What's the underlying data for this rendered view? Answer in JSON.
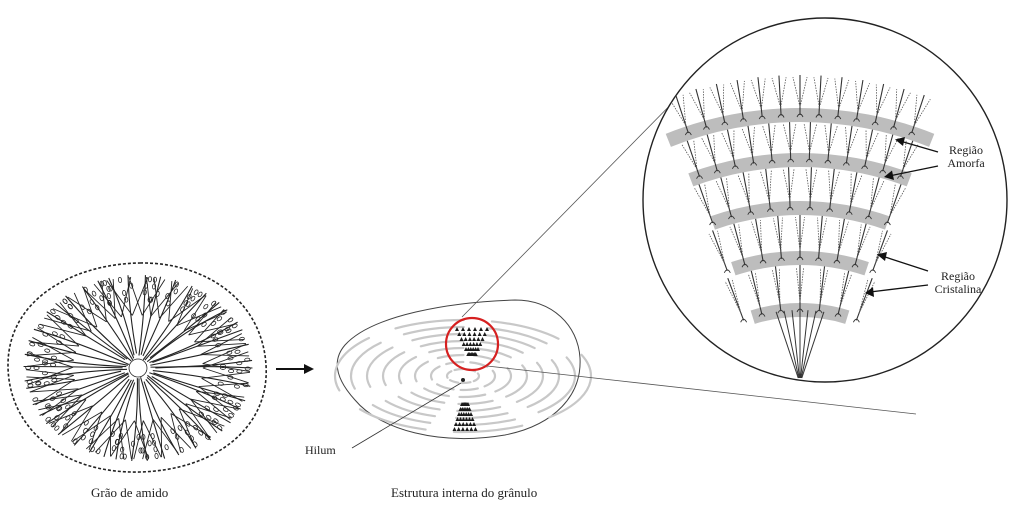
{
  "captions": {
    "granule": "Grão de amido",
    "internal": "Estrutura interna do grânulo"
  },
  "labels": {
    "hilum": "Hilum",
    "amorphous_line1": "Região",
    "amorphous_line2": "Amorfa",
    "crystalline_line1": "Região",
    "crystalline_line2": "Cristalina"
  },
  "colors": {
    "ink": "#222222",
    "lamella_gray": "#c8c8c8",
    "band_gray": "#bdbdbd",
    "highlight_red": "#d62020"
  }
}
